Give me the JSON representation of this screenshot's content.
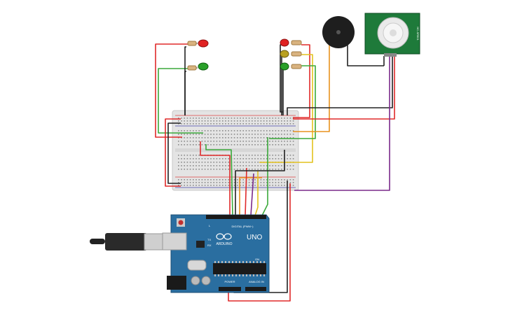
{
  "board": {
    "brand_text": "ARDUINO",
    "model_text": "UNO",
    "digital_header": "DIGITAL (PWM~)",
    "power_header": "POWER",
    "analog_header": "ANALOG IN",
    "tx_label": "TX",
    "rx_label": "RX",
    "l_label": "L",
    "on_label": "ON"
  },
  "pir_sensor": {
    "side_label": "HC-SR501"
  },
  "colors": {
    "wire_red": "#e02a2a",
    "wire_black": "#222222",
    "wire_green": "#3aa93a",
    "wire_orange": "#e8921e",
    "wire_yellow": "#e3c21e",
    "wire_purple": "#7a2a8a",
    "board_blue": "#2a6ea0",
    "breadboard": "#e6e6e6",
    "led_red": "#e02222",
    "led_green": "#2aa02a",
    "led_yellow": "#b8a020",
    "pir_green": "#1e7a3a"
  }
}
